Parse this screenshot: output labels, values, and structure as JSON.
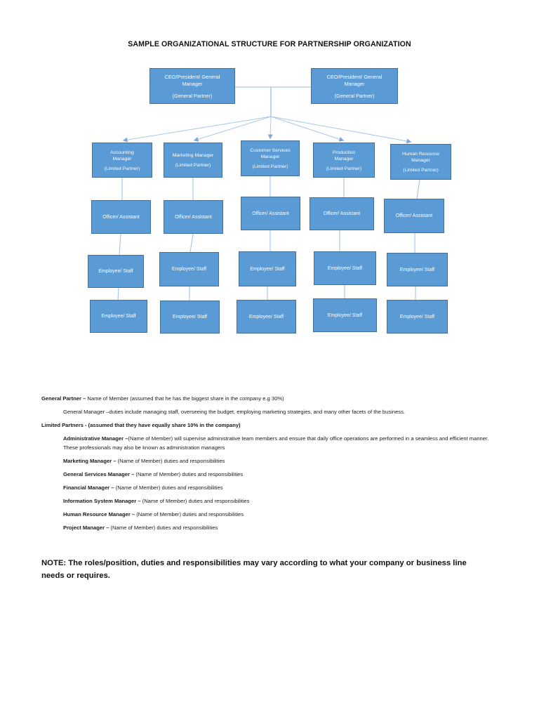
{
  "title": "SAMPLE ORGANIZATIONAL STRUCTURE FOR PARTNERSHIP ORGANIZATION",
  "colors": {
    "box_fill": "#5B9BD5",
    "box_border": "#41719C",
    "box_text": "#FFFFFF",
    "connector": "#A9C7E8",
    "arrowhead": "#7FA8D6",
    "body_text": "#1A1A1A"
  },
  "org_chart": {
    "ceo_boxes": [
      {
        "title": "CEO/President/ General\nManager",
        "subtitle": "(General Partner)"
      },
      {
        "title": "CEO/President/ General\nManager",
        "subtitle": "(General Partner)"
      }
    ],
    "managers": [
      {
        "title": "Accounting\nManager",
        "subtitle": "(Limited Partner)"
      },
      {
        "title": "Marketing Manager",
        "subtitle": "(Limited Partner)"
      },
      {
        "title": "Customer Services\nManager",
        "subtitle": "(Limited Partner)"
      },
      {
        "title": "Production\nManager",
        "subtitle": "(Limited Partner)"
      },
      {
        "title": "Human Resource\nManager",
        "subtitle": "(Limited Partner)"
      }
    ],
    "officers": [
      {
        "label": "Officer/ Assistant"
      },
      {
        "label": "Officer/ Assistant"
      },
      {
        "label": "Officer/ Assistant"
      },
      {
        "label": "Officer/ Assistant"
      },
      {
        "label": "Officer/ Assistant"
      }
    ],
    "employees_row1": [
      {
        "label": "Employee/ Staff"
      },
      {
        "label": "Employee/ Staff"
      },
      {
        "label": "Employee/ Staff"
      },
      {
        "label": "Employee/ Staff"
      },
      {
        "label": "Employee/ Staff"
      }
    ],
    "employees_row2": [
      {
        "label": "Employee/ Staff"
      },
      {
        "label": "Employee/ Staff"
      },
      {
        "label": "Employee/ Staff"
      },
      {
        "label": "Employee/ Staff"
      },
      {
        "label": "Employee/ Staff"
      }
    ]
  },
  "definitions": [
    {
      "bold": "General Partner –",
      "text": " Name of Member (assumed that he has the biggest share in the company e.g 30%)"
    },
    {
      "bold": "",
      "text": "General Manager –duties include managing staff, overseeing the budget, employing marketing strategies, and many other facets of the business."
    },
    {
      "bold": "Limited Partners  - (assumed that they have equally share 10% in the company)",
      "text": ""
    },
    {
      "bold": "Administrative Manager –",
      "text": "(Name of Member) will supervise administrative team members and ensure that daily office operations are performed in a seamless and efficient manner. These professionals may also be known as administration managers"
    },
    {
      "bold": "Marketing Manager –",
      "text": " (Name of Member) duties and responsibilities"
    },
    {
      "bold": "General Services Manager –",
      "text": " (Name of Member) duties and responsibilities"
    },
    {
      "bold": "Financial Manager –",
      "text": " (Name of Member) duties and responsibilities"
    },
    {
      "bold": "Information System Manager –",
      "text": " (Name of Member) duties and responsibilities"
    },
    {
      "bold": "Human Resource Manager –",
      "text": " (Name of Member) duties and responsibilities"
    },
    {
      "bold": "Project Manager –",
      "text": " (Name of Member) duties and responsibilities"
    }
  ],
  "note": "NOTE: The roles/position, duties and responsibilities may vary according to what your company or business line needs or requires."
}
